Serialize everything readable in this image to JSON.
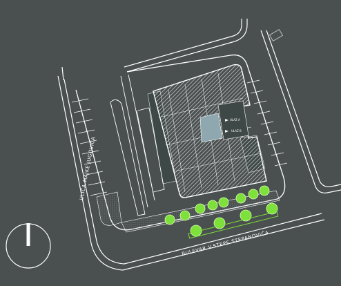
{
  "labels": {
    "street_left": "ULICA MAJKE JUGOVIĆA",
    "street_bottom": "BULEVAR V.STEPE STEPANOVIĆA",
    "courtyard_a": "ULAZ A",
    "courtyard_b": "ULAZ B"
  },
  "colors": {
    "background": "#4a5050",
    "linework": "#ffffff",
    "building_hatch": "#e8e8e8",
    "courtyard": "#8fa8b0",
    "trees": "#7ee03a",
    "green_area": "#3e4846"
  },
  "icons": {
    "north_arrow": "north-arrow-icon",
    "tree": "tree-icon"
  }
}
